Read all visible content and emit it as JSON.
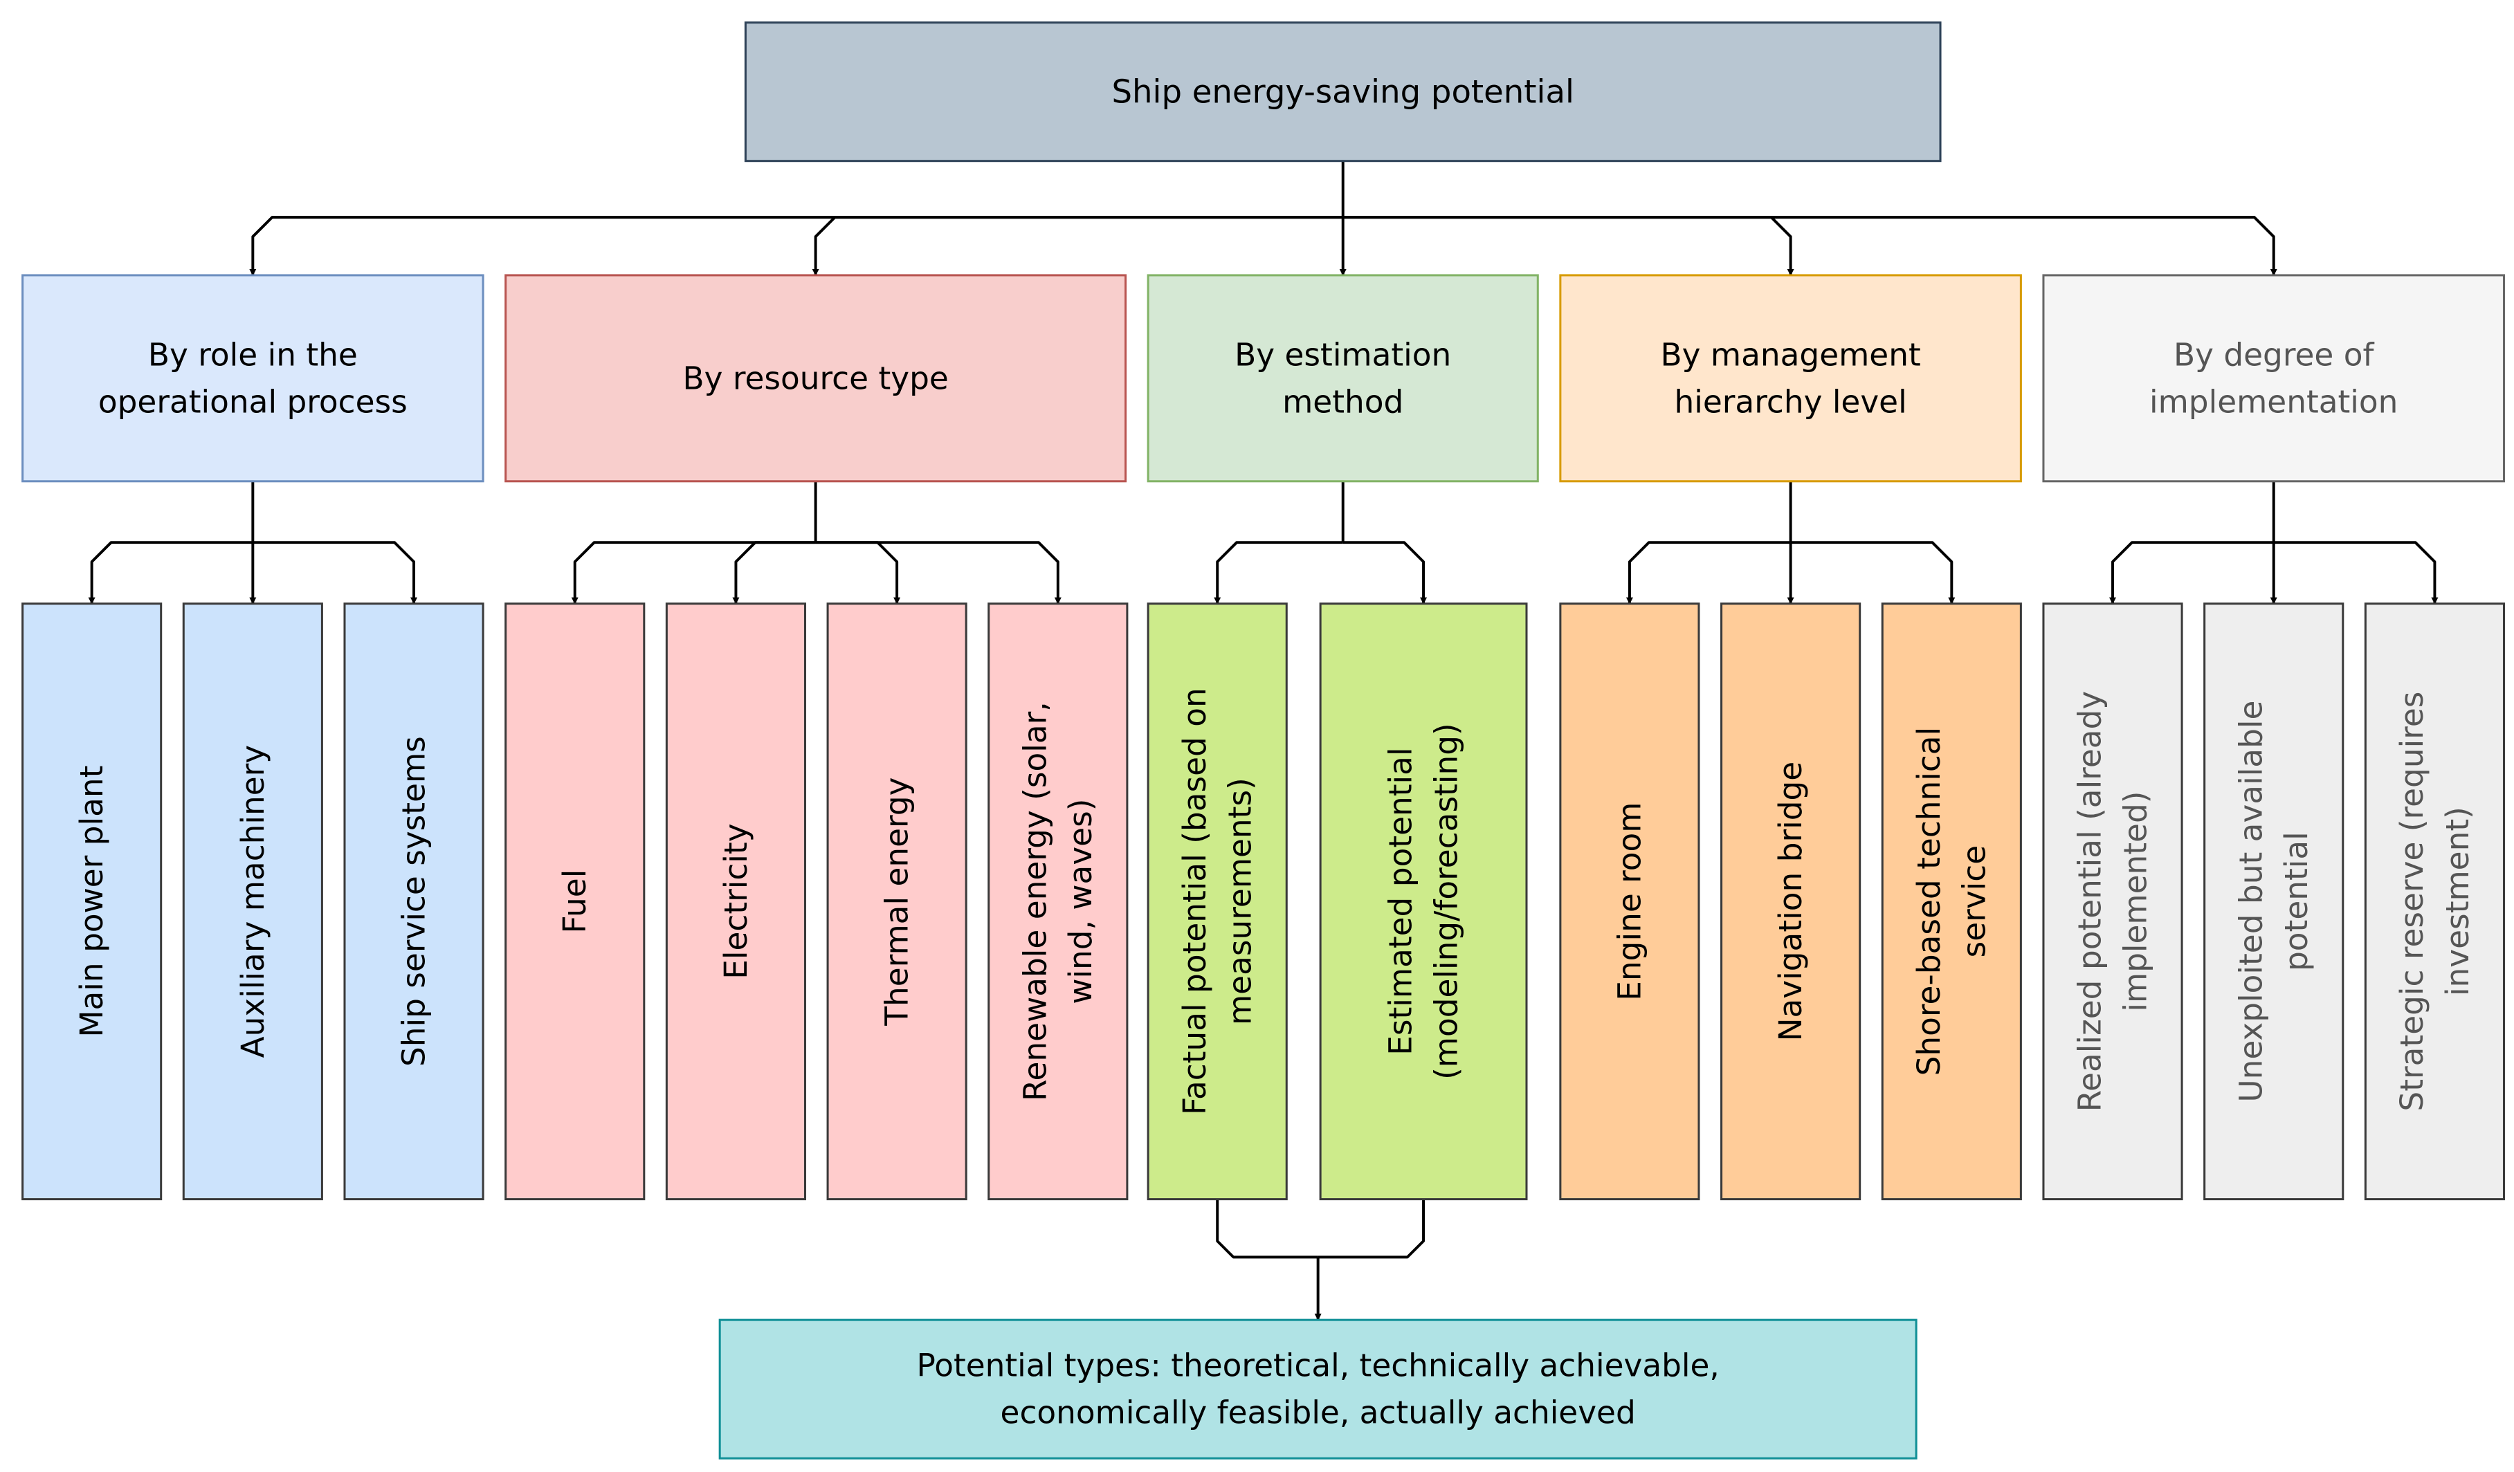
{
  "colors": {
    "line": "#000000",
    "root_fill": "#b8c6d2",
    "root_stroke": "#2e4258",
    "leaf_stroke": "#3a3a3a",
    "bottom_fill": "#b0e3e5",
    "bottom_stroke": "#0f8f96",
    "text": "#000000",
    "muted_text": "#555555"
  },
  "root": {
    "label": "Ship energy-saving potential"
  },
  "categories": [
    {
      "id": "role",
      "label": [
        "By role in the",
        "operational process"
      ],
      "fill": "#dae8fc",
      "stroke": "#6c8ebf",
      "text_color": "#000000",
      "leaf_fill": "#cce3fc",
      "leaves": [
        [
          "Main power plant"
        ],
        [
          "Auxiliary machinery"
        ],
        [
          "Ship service systems"
        ]
      ]
    },
    {
      "id": "resource",
      "label": [
        "By resource type"
      ],
      "fill": "#f8cecc",
      "stroke": "#b85450",
      "text_color": "#000000",
      "leaf_fill": "#ffcccc",
      "leaves": [
        [
          "Fuel"
        ],
        [
          "Electricity"
        ],
        [
          "Thermal energy"
        ],
        [
          "Renewable energy (solar,",
          "wind, waves)"
        ]
      ]
    },
    {
      "id": "estimation",
      "label": [
        "By estimation",
        "method"
      ],
      "fill": "#d5e8d4",
      "stroke": "#82b366",
      "text_color": "#000000",
      "leaf_fill": "#cdeb8b",
      "leaves": [
        [
          "Factual potential (based on",
          "measurements)"
        ],
        [
          "Estimated potential",
          "(modeling/forecasting)"
        ]
      ]
    },
    {
      "id": "management",
      "label": [
        "By management",
        "hierarchy level"
      ],
      "fill": "#ffe6cc",
      "stroke": "#d79b00",
      "text_color": "#000000",
      "leaf_fill": "#ffcc99",
      "leaves": [
        [
          "Engine room"
        ],
        [
          "Navigation bridge"
        ],
        [
          "Shore-based technical",
          "service"
        ]
      ]
    },
    {
      "id": "implementation",
      "label": [
        "By degree of",
        "implementation"
      ],
      "fill": "#f5f5f5",
      "stroke": "#666666",
      "text_color": "#555555",
      "leaf_fill": "#eeeeee",
      "leaves": [
        [
          "Realized potential (already",
          "implemented)"
        ],
        [
          "Unexploited but available",
          "potential"
        ],
        [
          "Strategic reserve (requires",
          "investment)"
        ]
      ]
    }
  ],
  "bottom": {
    "label": [
      "Potential types: theoretical, technically achievable,",
      "economically feasible, actually achieved"
    ]
  }
}
